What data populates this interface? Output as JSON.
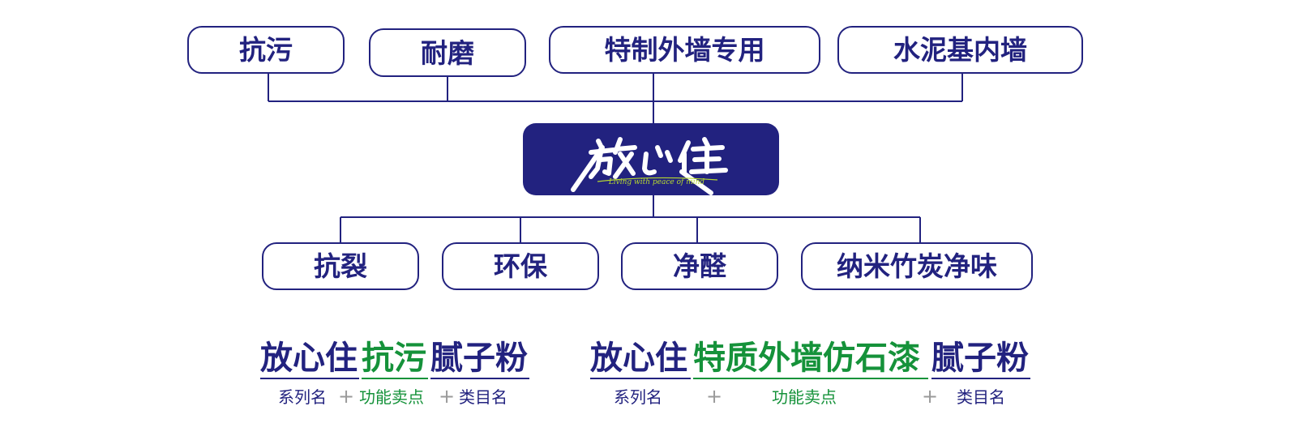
{
  "top_features": [
    "抗污",
    "耐磨",
    "特制外墙专用",
    "水泥基内墙"
  ],
  "bottom_features": [
    "抗裂",
    "环保",
    "净醛",
    "纳米竹炭净味"
  ],
  "brand": {
    "logo_text": "放心住",
    "slogan": "Living with peace of mind",
    "bg_color": "#22227f",
    "accent_color": "#b7d930"
  },
  "formulas": [
    {
      "series": "放心住",
      "feature": "抗污",
      "category": "腻子粉",
      "series_caption": "系列名",
      "feature_caption": "功能卖点",
      "category_caption": "类目名",
      "plus_1": "+",
      "plus_2": "+"
    },
    {
      "series": "放心住",
      "feature": "特质外墙仿石漆",
      "category": "腻子粉",
      "series_caption": "系列名",
      "feature_caption": "功能卖点",
      "category_caption": "类目名",
      "plus_1": "+",
      "plus_2": "+"
    }
  ],
  "colors": {
    "navy": "#22227f",
    "green": "#15923a",
    "plus": "#9a9a9a"
  }
}
